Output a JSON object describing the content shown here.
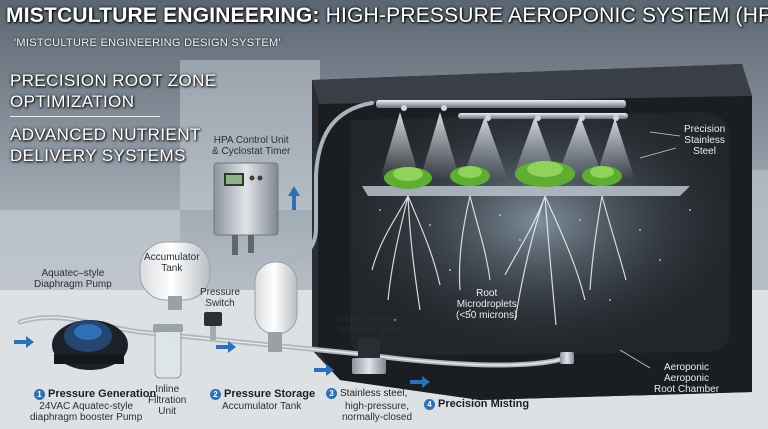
{
  "header": {
    "title_bold": "MISTCULTURE ENGINEERING:",
    "title_light": "HIGH-PRESSURE AEROPONIC SYSTEM (HPA)",
    "subtitle": "'MISTCULTURE ENGINEERING DESIGN SYSTEM'"
  },
  "side_headings": {
    "first_line1": "PRECISION ROOT ZONE",
    "first_line2": "OPTIMIZATION",
    "second_line1": "ADVANCED NUTRIENT",
    "second_line2": "DELIVERY SYSTEMS"
  },
  "labels": {
    "control_unit_1": "HPA Control Unit",
    "control_unit_2": "& Cyclostat Timer",
    "accumulator_1": "Accumulator",
    "accumulator_2": "Tank",
    "pump_1": "Aquatec–style",
    "pump_2": "Diaphragm Pump",
    "pressure_switch_1": "Pressure",
    "pressure_switch_2": "Switch",
    "solenoid_1": "Instant Release",
    "solenoid_2": "Solenoid Valve",
    "precision_1": "Precision",
    "precision_2": "Stainless",
    "precision_3": "Steel",
    "root_1": "Root",
    "root_2": "Microdroplets",
    "root_3": "(<50 microns)",
    "chamber_1": "Aeroponic",
    "chamber_2": "Aeroponic",
    "chamber_3": "Root Chamber",
    "filtration_1": "Inline",
    "filtration_2": "Filtration",
    "filtration_3": "Unit"
  },
  "steps": [
    {
      "num": "1",
      "title": "Pressure Generation",
      "desc1": "24VAC Aquatec-style",
      "desc2": "diaphragm booster Pump"
    },
    {
      "num": "2",
      "title": "Pressure Storage",
      "desc1": "Accumulator Tank"
    },
    {
      "num": "3",
      "title": "",
      "desc1": "Stainless steel,",
      "desc2": "high-pressure,",
      "desc3": "normally-closed"
    },
    {
      "num": "4",
      "title": "Precision Misting"
    }
  ],
  "colors": {
    "accent": "#2f6fb6",
    "chamber": "#1c1f23",
    "mist": "#d9e6ef",
    "leaf": "#6fbf3c"
  }
}
